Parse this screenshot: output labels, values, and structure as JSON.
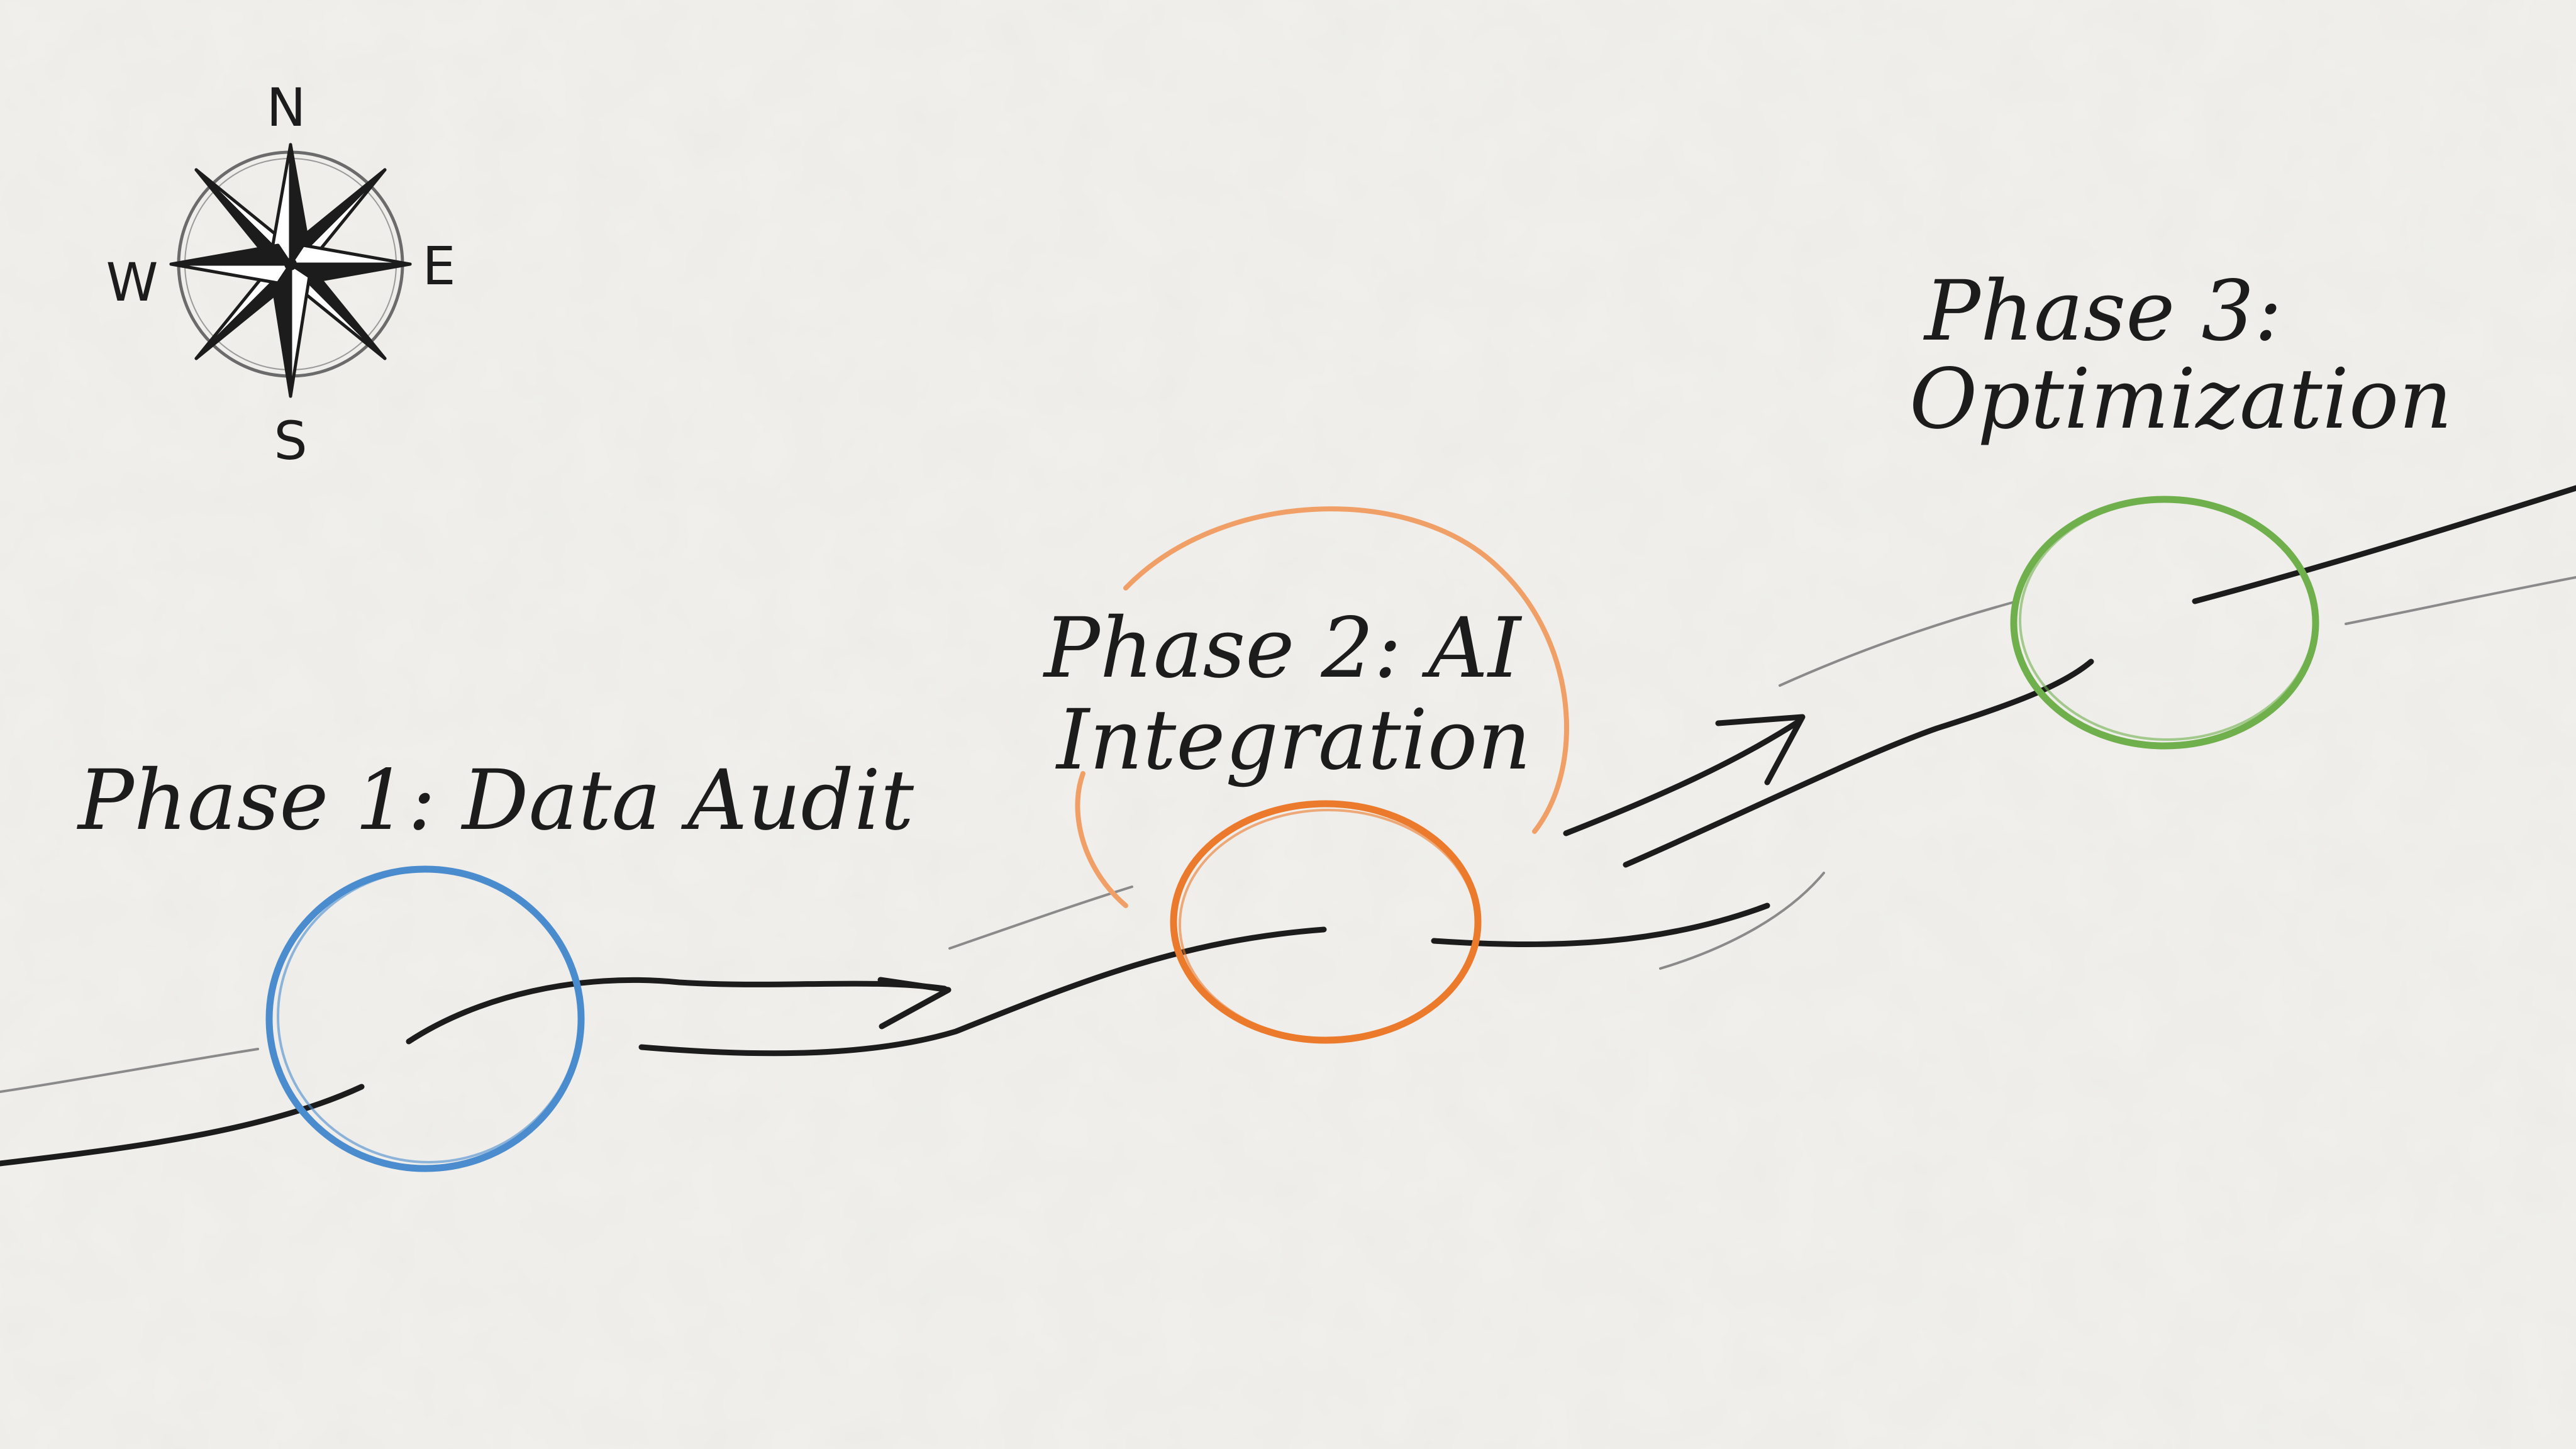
{
  "compass": {
    "north": "N",
    "east": "E",
    "south": "S",
    "west": "W"
  },
  "phases": [
    {
      "line1": "Phase 1: Data Audit",
      "line2": "",
      "color": "#4a8ccd"
    },
    {
      "line1": "Phase 2: AI",
      "line2": "Integration",
      "color": "#ec7a2c"
    },
    {
      "line1": "Phase 3:",
      "line2": "Optimization",
      "color": "#6fb04c"
    }
  ],
  "colors": {
    "background": "#f1f0ed",
    "ink": "#1c1c1c",
    "faint_ink": "#8a8a8a",
    "halo": "#f0a066"
  }
}
